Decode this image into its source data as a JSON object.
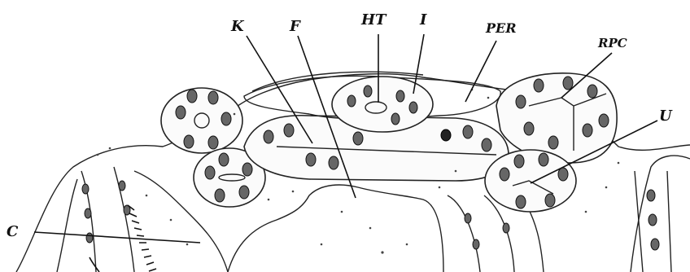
{
  "labels": {
    "K": "K",
    "F": "F",
    "HT": "HT",
    "I": "I",
    "PER": "PER",
    "RPC": "RPC",
    "U": "U",
    "C": "C"
  },
  "colors": {
    "ink": "#111111",
    "paper": "#ffffff",
    "tissue": "#fbfbfb"
  }
}
